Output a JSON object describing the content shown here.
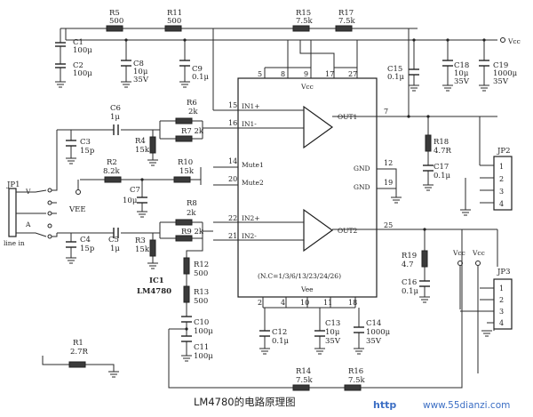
{
  "title": "LM4780的电路原理图",
  "watermark": {
    "prefix": "http",
    "site": "www.55dianzi.com"
  },
  "ic": {
    "name": "IC1",
    "part": "LM4780",
    "vcc": "Vcc",
    "vee": "Vee",
    "nc": "(N.C=1/3/6/13/23/24/26)"
  },
  "ic_pins": {
    "p5": "5",
    "p8": "8",
    "p9": "9",
    "p17": "17",
    "p27": "27",
    "p15": "15",
    "p16": "16",
    "p14": "14",
    "p20": "20",
    "p22": "22",
    "p21": "21",
    "p7": "7",
    "p12": "12",
    "p19": "19",
    "p25": "25",
    "p2": "2",
    "p4": "4",
    "p10": "10",
    "p11": "11",
    "p18": "18",
    "in1p": "IN1+",
    "in1n": "IN1-",
    "mute1": "Mute1",
    "mute2": "Mute2",
    "in2p": "IN2+",
    "in2n": "IN2-",
    "out1": "OUT1",
    "out2": "OUT2",
    "gnd": "GND"
  },
  "resistors": {
    "r5": "R5",
    "r5v": "500",
    "r11": "R11",
    "r11v": "500",
    "r15": "R15",
    "r15v": "7.5k",
    "r17": "R17",
    "r17v": "7.5k",
    "r6": "R6",
    "r6v": "2k",
    "r7": "R7 2k",
    "r4": "R4",
    "r4v": "15k",
    "r2": "R2",
    "r2v": "8.2k",
    "r10": "R10",
    "r10v": "15k",
    "r8": "R8",
    "r8v": "2k",
    "r9": "R9 2k",
    "r3": "R3",
    "r3v": "15k",
    "r12": "R12",
    "r12v": "500",
    "r13": "R13",
    "r13v": "500",
    "r18": "R18",
    "r18v": "4.7R",
    "r19": "R19",
    "r19v": "4.7",
    "r14": "R14",
    "r14v": "7.5k",
    "r16": "R16",
    "r16v": "7.5k",
    "r1": "R1",
    "r1v": "2.7R"
  },
  "capacitors": {
    "c1": "C1",
    "c1v": "100μ",
    "c2": "C2",
    "c2v": "100μ",
    "c8": "C8",
    "c8v": "10μ",
    "c8vv": "35V",
    "c9": "C9",
    "c9v": "0.1μ",
    "c15": "C15",
    "c15v": "0.1μ",
    "c18": "C18",
    "c18v": "10μ",
    "c18vv": "35V",
    "c19": "C19",
    "c19v": "1000μ",
    "c19vv": "35V",
    "c6": "C6",
    "c6v": "1μ",
    "c3": "C3",
    "c3v": "15p",
    "c7": "C7",
    "c7v": "10μ",
    "c4": "C4",
    "c4v": "15p",
    "c5": "C5",
    "c5v": "1μ",
    "c17": "C17",
    "c17v": "0.1μ",
    "c16": "C16",
    "c16v": "0.1μ",
    "c10": "C10",
    "c10v": "100μ",
    "c11": "C11",
    "c11v": "100μ",
    "c12": "C12",
    "c12v": "0.1μ",
    "c13": "C13",
    "c13v": "10μ",
    "c13vv": "35V",
    "c14": "C14",
    "c14v": "1000μ",
    "c14vv": "35V"
  },
  "connectors": {
    "jp1": "JP1",
    "jp1_label": "line in",
    "jp1_v": "V",
    "jp1_a": "A",
    "jp2": "JP2",
    "jp3": "JP3",
    "n1": "1",
    "n2": "2",
    "n3": "3",
    "n4": "4"
  },
  "rails": {
    "vcc": "Vcc",
    "vee": "VEE",
    "vee_top": "Vcc",
    "vcc2": "Vcc",
    "vee2": "Vcc"
  }
}
